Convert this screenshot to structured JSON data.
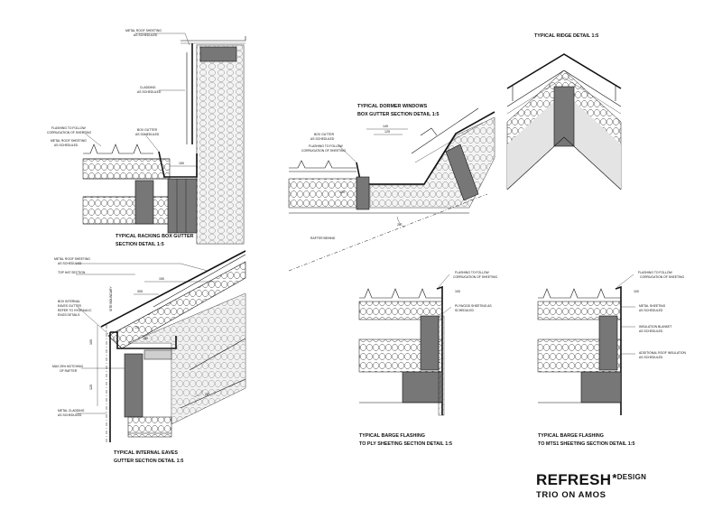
{
  "details": {
    "racking": {
      "title_1": "TYPICAL RACKING BOX GUTTER",
      "title_2": "SECTION DETAIL 1:5",
      "note_metal_roof": "METAL ROOF SHEETING",
      "note_metal_roof_2": "AS SCHEDULED",
      "note_cladding": "CLADDING",
      "note_cladding_2": "AS SCHEDULED",
      "note_flashing": "FLASHING TO FOLLOW",
      "note_flashing_2": "CORRUGATION OF SHEETING",
      "note_sheeting": "METAL ROOF SHEETING",
      "note_sheeting_2": "AS SCHEDULED",
      "note_box_gutter": "BOX GUTTER",
      "note_box_gutter_2": "AS SCHEDULED",
      "dim_150": "150"
    },
    "eaves": {
      "title_1": "TYPICAL INTERNAL EAVES",
      "title_2": "GUTTER SECTION DETAIL 1:5",
      "note_metal_roof": "METAL ROOF SHEETING",
      "note_metal_roof_2": "AS SCHEDULED",
      "note_top_hat": "TOP HAT SECTION",
      "note_box_1": "BOX INTERNAL",
      "note_box_2": "EAVES GUTTER",
      "note_box_3": "REFER TO HYDRAULIC",
      "note_box_4": "ENGS DETAILS",
      "note_notching_1": "MAX 25% NOTCHING",
      "note_notching_2": "OF RAFTER",
      "note_cladding_1": "METAL CLADDING",
      "note_cladding_2": "AS SCHEDULED",
      "site_boundary": "SITE BOUNDARY",
      "dim_150": "150",
      "dim_305": "305",
      "dim_20": "20",
      "dim_150b": "150",
      "dim_100": "100",
      "dim_120": "120",
      "angle": "26°"
    },
    "dormer": {
      "title_1": "TYPICAL DORMER WINDOWS",
      "title_2": "BOX GUTTER SECTION DETAIL 1:5",
      "note_box_gutter": "BOX GUTTER",
      "note_box_gutter_2": "AS SCHEDULED",
      "note_flashing": "FLASHING TO FOLLOW",
      "note_flashing_2": "CORRUGATION OF SHEETING",
      "note_rafter": "RAFTER BEHIND",
      "dim_149": "149",
      "dim_125": "125",
      "dim_100": "100",
      "angle": "26°"
    },
    "ridge": {
      "title": "TYPICAL RIDGE DETAIL 1:5"
    },
    "barge_ply": {
      "title_1": "TYPICAL BARGE FLASHING",
      "title_2": "TO PLY SHEETING SECTION DETAIL 1:5",
      "note_flashing": "FLASHING TO FOLLOW",
      "note_flashing_2": "CORRUGATION OF SHEETING",
      "note_plywood": "PLYWOOD SHEETING AS",
      "note_plywood_2": "SCHEDULED",
      "dim": "100"
    },
    "barge_mts": {
      "title_1": "TYPICAL BARGE FLASHING",
      "title_2": "TO MTS1 SHEETING SECTION DETAIL 1:5",
      "note_flashing": "FLASHING TO FOLLOW",
      "note_flashing_2": "CORRUGATION OF SHEETING",
      "note_metal": "METAL SHEETING",
      "note_metal_2": "AS SCHEDULED",
      "note_blanket": "INSULATION BLANKET",
      "note_blanket_2": "AS SCHEDULED",
      "note_additional": "ADDITIONAL ROOF INSULATION",
      "note_additional_2": "AS SCHEDULED",
      "dim": "100"
    }
  },
  "logo": {
    "brand": "REFRESH",
    "star": "*",
    "design": "DESIGN",
    "project": "TRIO ON AMOS"
  }
}
